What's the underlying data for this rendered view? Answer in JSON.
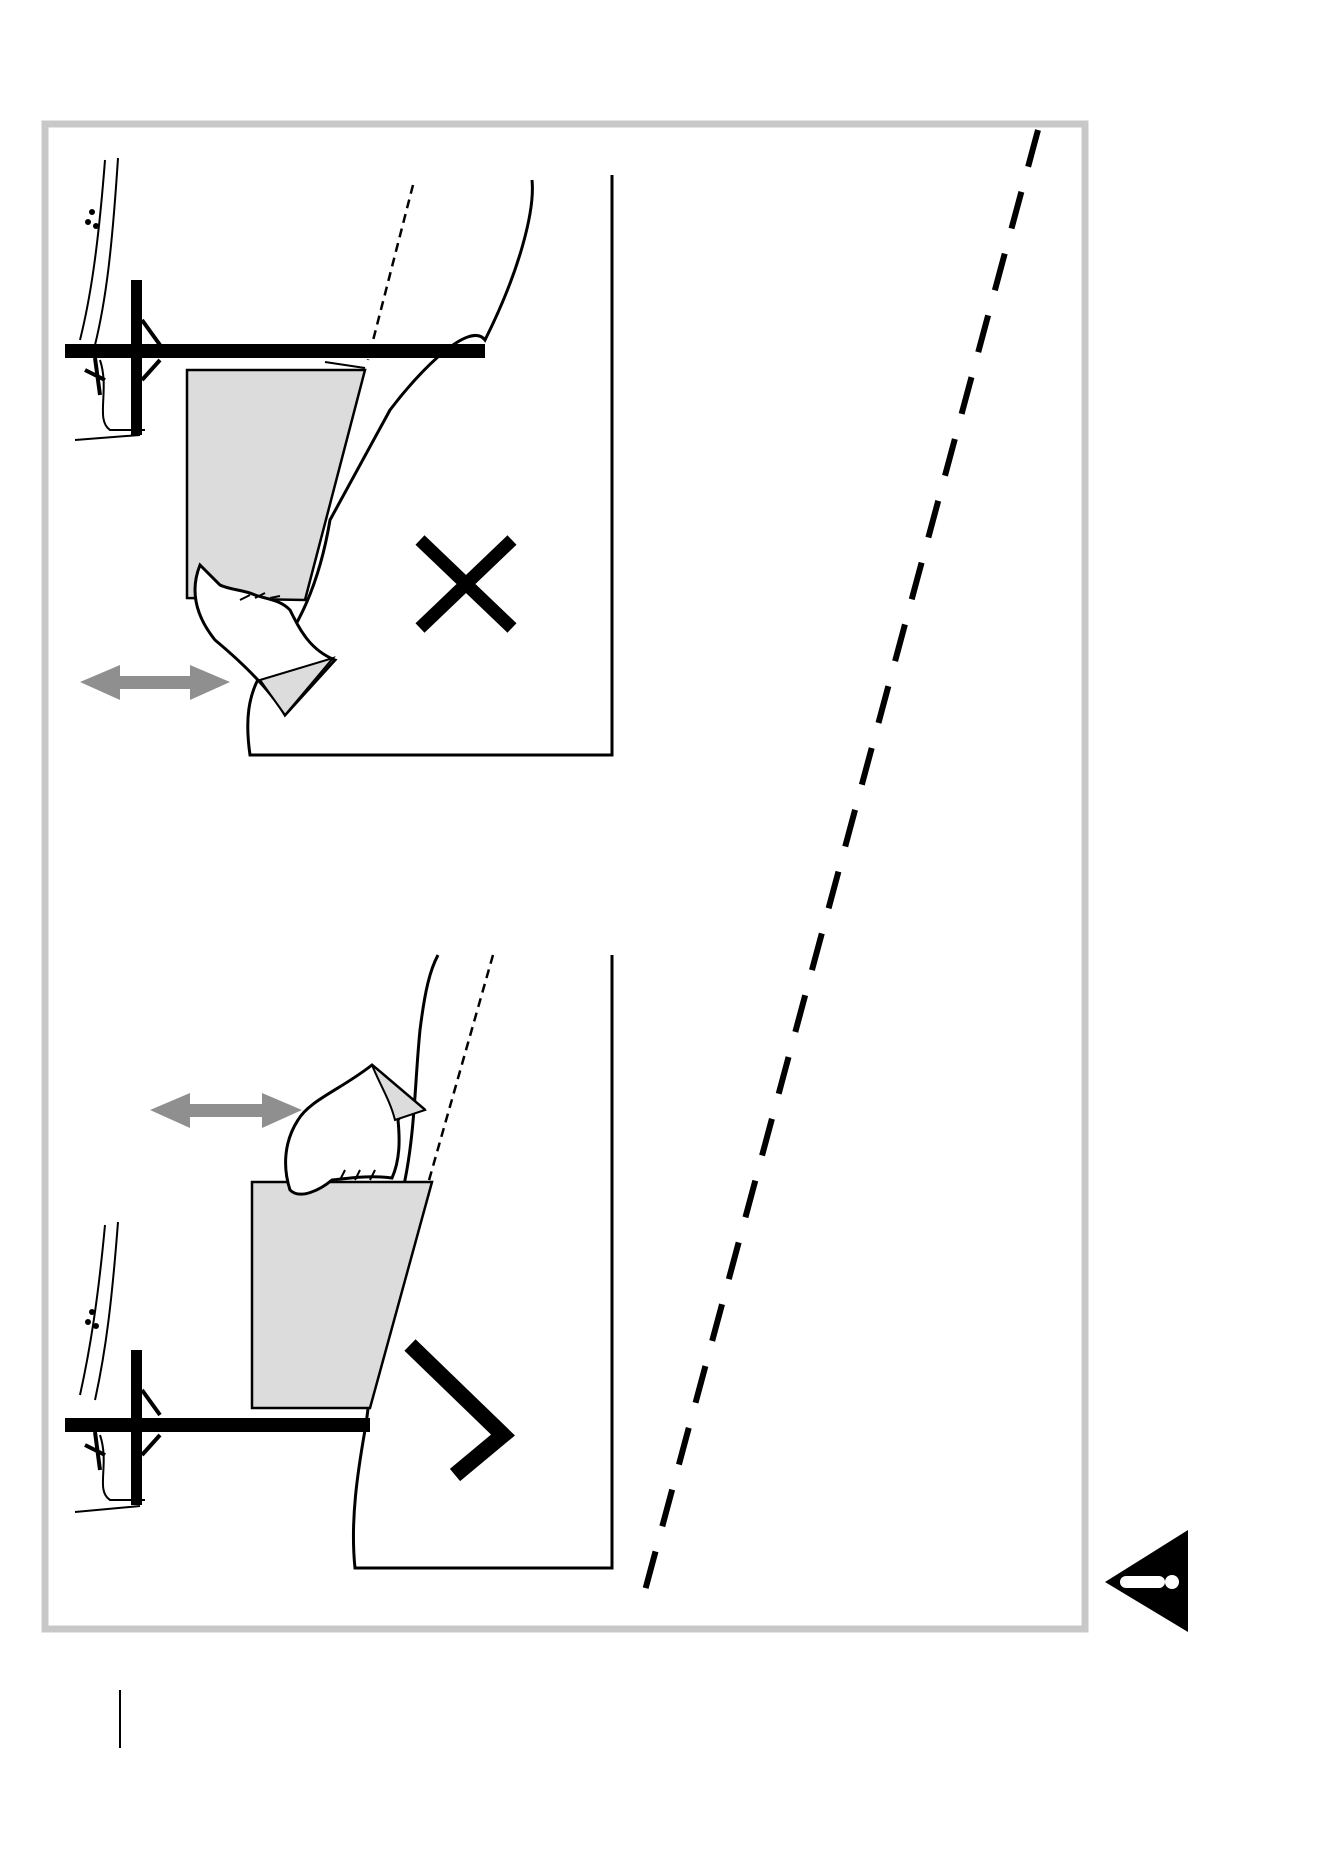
{
  "page": {
    "type": "instruction-illustration",
    "panels": [
      {
        "id": "incorrect",
        "verdict_icon": "cross-icon"
      },
      {
        "id": "correct",
        "verdict_icon": "check-icon"
      }
    ],
    "warning_icon": "warning-triangle-icon",
    "colors": {
      "frame": "#c8c8c8",
      "ink": "#000000",
      "arrow": "#8f8f8f",
      "paper": "#dcdcdc",
      "fabric": "#ffffff"
    }
  }
}
